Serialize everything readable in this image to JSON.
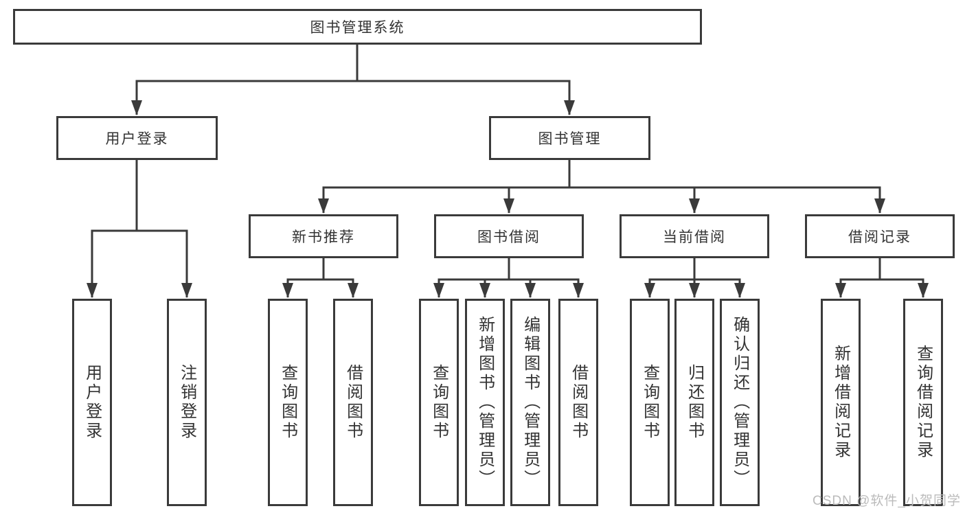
{
  "tree": {
    "root": "图书管理系统",
    "branches": [
      {
        "label": "用户登录",
        "children": [
          "用户登录",
          "注销登录"
        ]
      },
      {
        "label": "图书管理",
        "sections": [
          {
            "label": "新书推荐",
            "children": [
              "查询图书",
              "借阅图书"
            ]
          },
          {
            "label": "图书借阅",
            "children": [
              "查询图书",
              "新增图书（管理员）",
              "编辑图书（管理员）",
              "借阅图书"
            ]
          },
          {
            "label": "当前借阅",
            "children": [
              "查询图书",
              "归还图书",
              "确认归还（管理员）"
            ]
          },
          {
            "label": "借阅记录",
            "children": [
              "新增借阅记录",
              "查询借阅记录"
            ]
          }
        ]
      }
    ]
  },
  "watermark": {
    "text": "CSDN @软件_小贺同学"
  },
  "colors": {
    "line": "#3a3a3a",
    "text": "#333333",
    "watermark": "#bbbbbb",
    "background": "#ffffff"
  }
}
